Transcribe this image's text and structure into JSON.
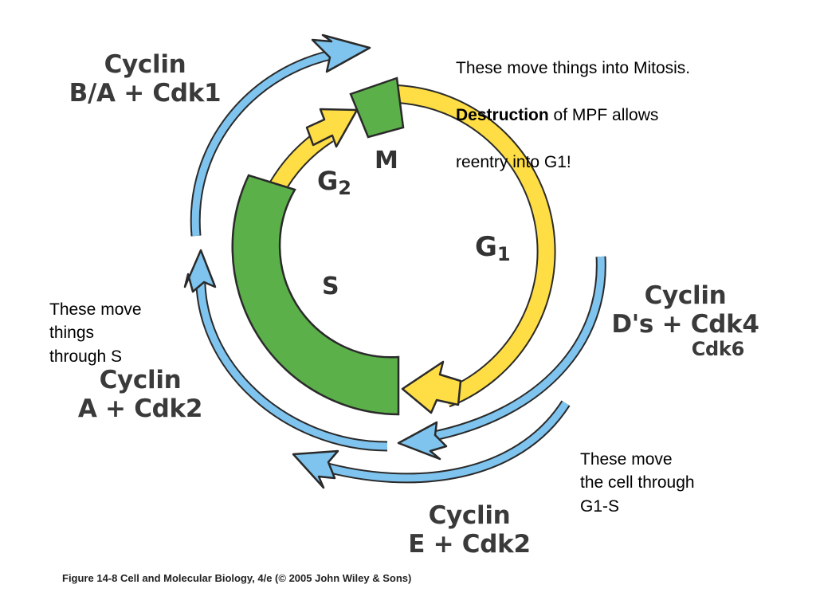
{
  "annotations": {
    "mitosis": {
      "line1": "These move things into Mitosis.",
      "bold": "Destruction",
      "line2_rest": " of MPF allows",
      "line3": "reentry into G1!"
    },
    "through_s": "These move\nthings\nthrough S",
    "g1_s": "These move\nthe cell through\nG1-S"
  },
  "cyclins": {
    "b_a": {
      "line1": "Cyclin",
      "line2": "B/A + Cdk1"
    },
    "d": {
      "line1": "Cyclin",
      "line2": "D's + Cdk4",
      "line3": "Cdk6"
    },
    "a": {
      "line1": "Cyclin",
      "line2": "A + Cdk2"
    },
    "e": {
      "line1": "Cyclin",
      "line2": "E + Cdk2"
    }
  },
  "phases": {
    "m": "M",
    "g2": {
      "letter": "G",
      "sub": "2"
    },
    "g1": {
      "letter": "G",
      "sub": "1"
    },
    "s": "S"
  },
  "caption": "Figure 14-8  Cell and Molecular Biology, 4/e (© 2005 John Wiley & Sons)",
  "colors": {
    "green": "#5bb04a",
    "yellow": "#ffdd44",
    "blue": "#7ec4ee",
    "outline": "#2a2a2a"
  }
}
